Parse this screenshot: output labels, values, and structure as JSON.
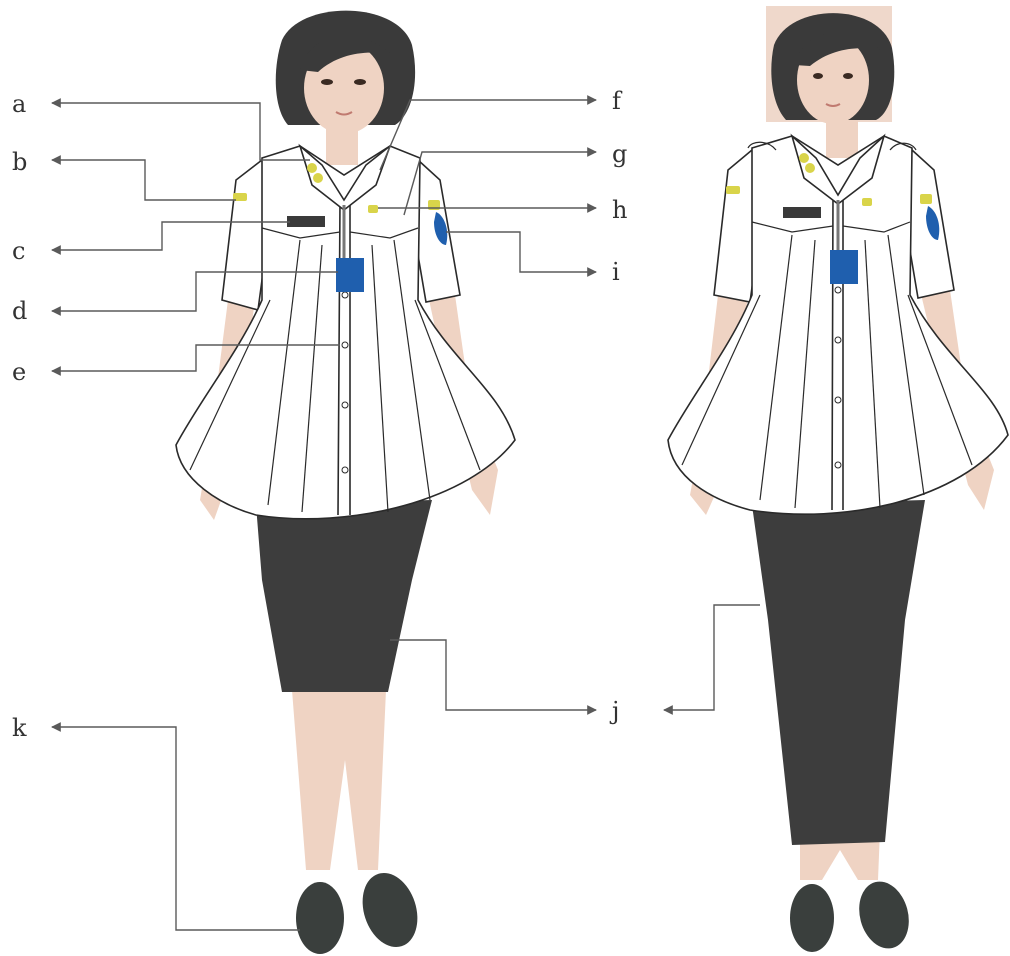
{
  "labels": {
    "a": "a",
    "b": "b",
    "c": "c",
    "d": "d",
    "e": "e",
    "f": "f",
    "g": "g",
    "h": "h",
    "i": "i",
    "j": "j",
    "k": "k"
  },
  "colors": {
    "background": "#ffffff",
    "shirt": "#ffffff",
    "skirt": "#3d3d3d",
    "hair": "#3a3a3a",
    "skin": "#efd3c3",
    "id_card": "#1f5fae",
    "insignia": "#d9d44a",
    "shoulder_patch": "#1f5fae",
    "nameplate": "#3a3a3a",
    "leader_line": "#5a5a5a"
  }
}
